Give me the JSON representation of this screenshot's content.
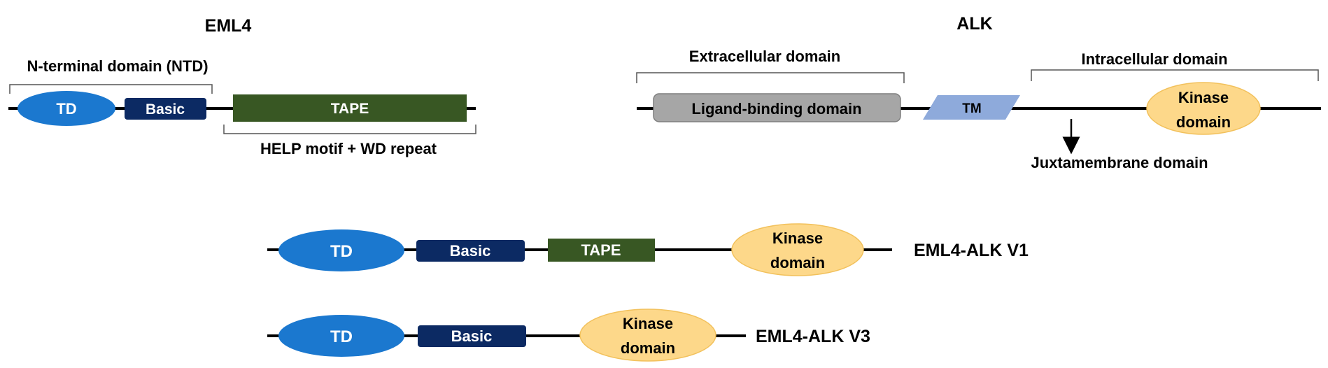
{
  "colors": {
    "td_blue": "#1b78cf",
    "basic_navy": "#0c2a63",
    "tape_green": "#385723",
    "kinase_fill": "#fdd88a",
    "kinase_stroke": "#f2c15c",
    "ligand_grey": "#a6a6a6",
    "tm_blue": "#8eaadb",
    "backbone": "#000000"
  },
  "eml4": {
    "title": "EML4",
    "ntd_label": "N-terminal domain (NTD)",
    "td": "TD",
    "basic": "Basic",
    "tape": "TAPE",
    "help_label": "HELP motif + WD repeat"
  },
  "alk": {
    "title": "ALK",
    "extracellular_label": "Extracellular domain",
    "intracellular_label": "Intracellular domain",
    "ligand": "Ligand-binding domain",
    "tm": "TM",
    "kinase_line1": "Kinase",
    "kinase_line2": "domain",
    "juxta_label": "Juxtamembrane domain"
  },
  "v1": {
    "name": "EML4-ALK V1",
    "td": "TD",
    "basic": "Basic",
    "tape": "TAPE",
    "kinase_line1": "Kinase",
    "kinase_line2": "domain"
  },
  "v3": {
    "name": "EML4-ALK V3",
    "td": "TD",
    "basic": "Basic",
    "kinase_line1": "Kinase",
    "kinase_line2": "domain"
  }
}
